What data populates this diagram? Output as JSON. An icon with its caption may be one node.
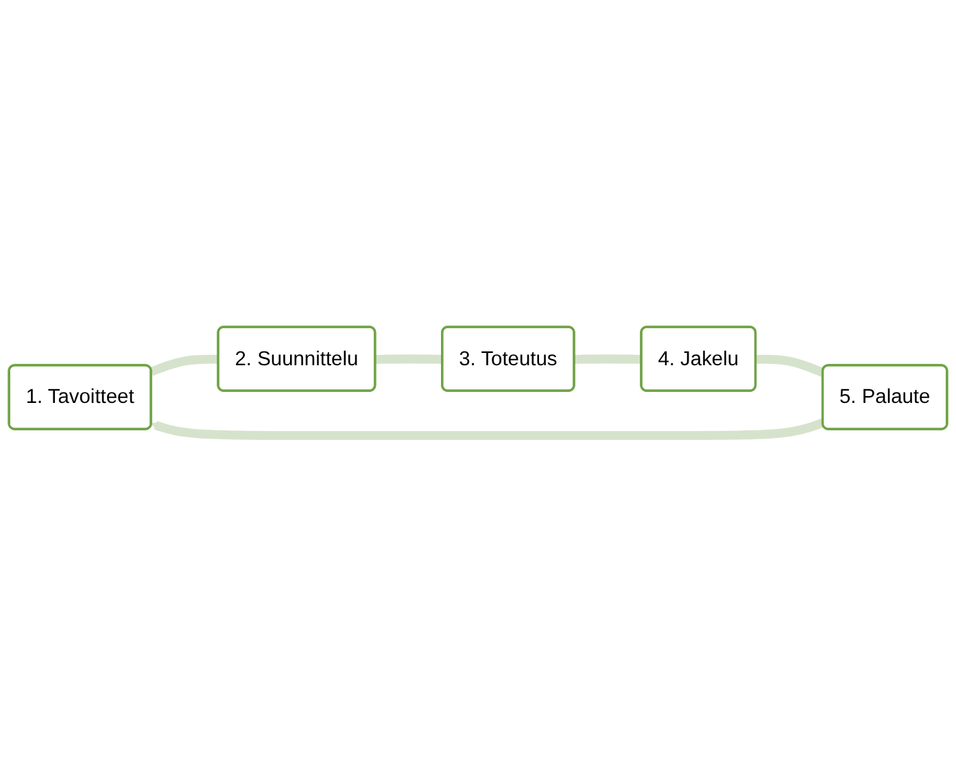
{
  "diagram": {
    "nodes": [
      {
        "text": [
          "1. Tavoitteet"
        ]
      },
      {
        "text": [
          "2. Suunnittelu"
        ]
      },
      {
        "text": [
          "3. Toteutus"
        ]
      },
      {
        "text": [
          "4. Jakelu"
        ]
      },
      {
        "text": [
          "5. Palaute"
        ]
      }
    ],
    "edges": [
      {
        "from": 0,
        "to": 1,
        "arrow": "none"
      },
      {
        "from": 1,
        "to": 2,
        "arrow": "none"
      },
      {
        "from": 2,
        "to": 3,
        "arrow": "none"
      },
      {
        "from": 3,
        "to": 4,
        "arrow": "none"
      },
      {
        "from": 4,
        "to": 0,
        "arrow": "to"
      }
    ]
  }
}
